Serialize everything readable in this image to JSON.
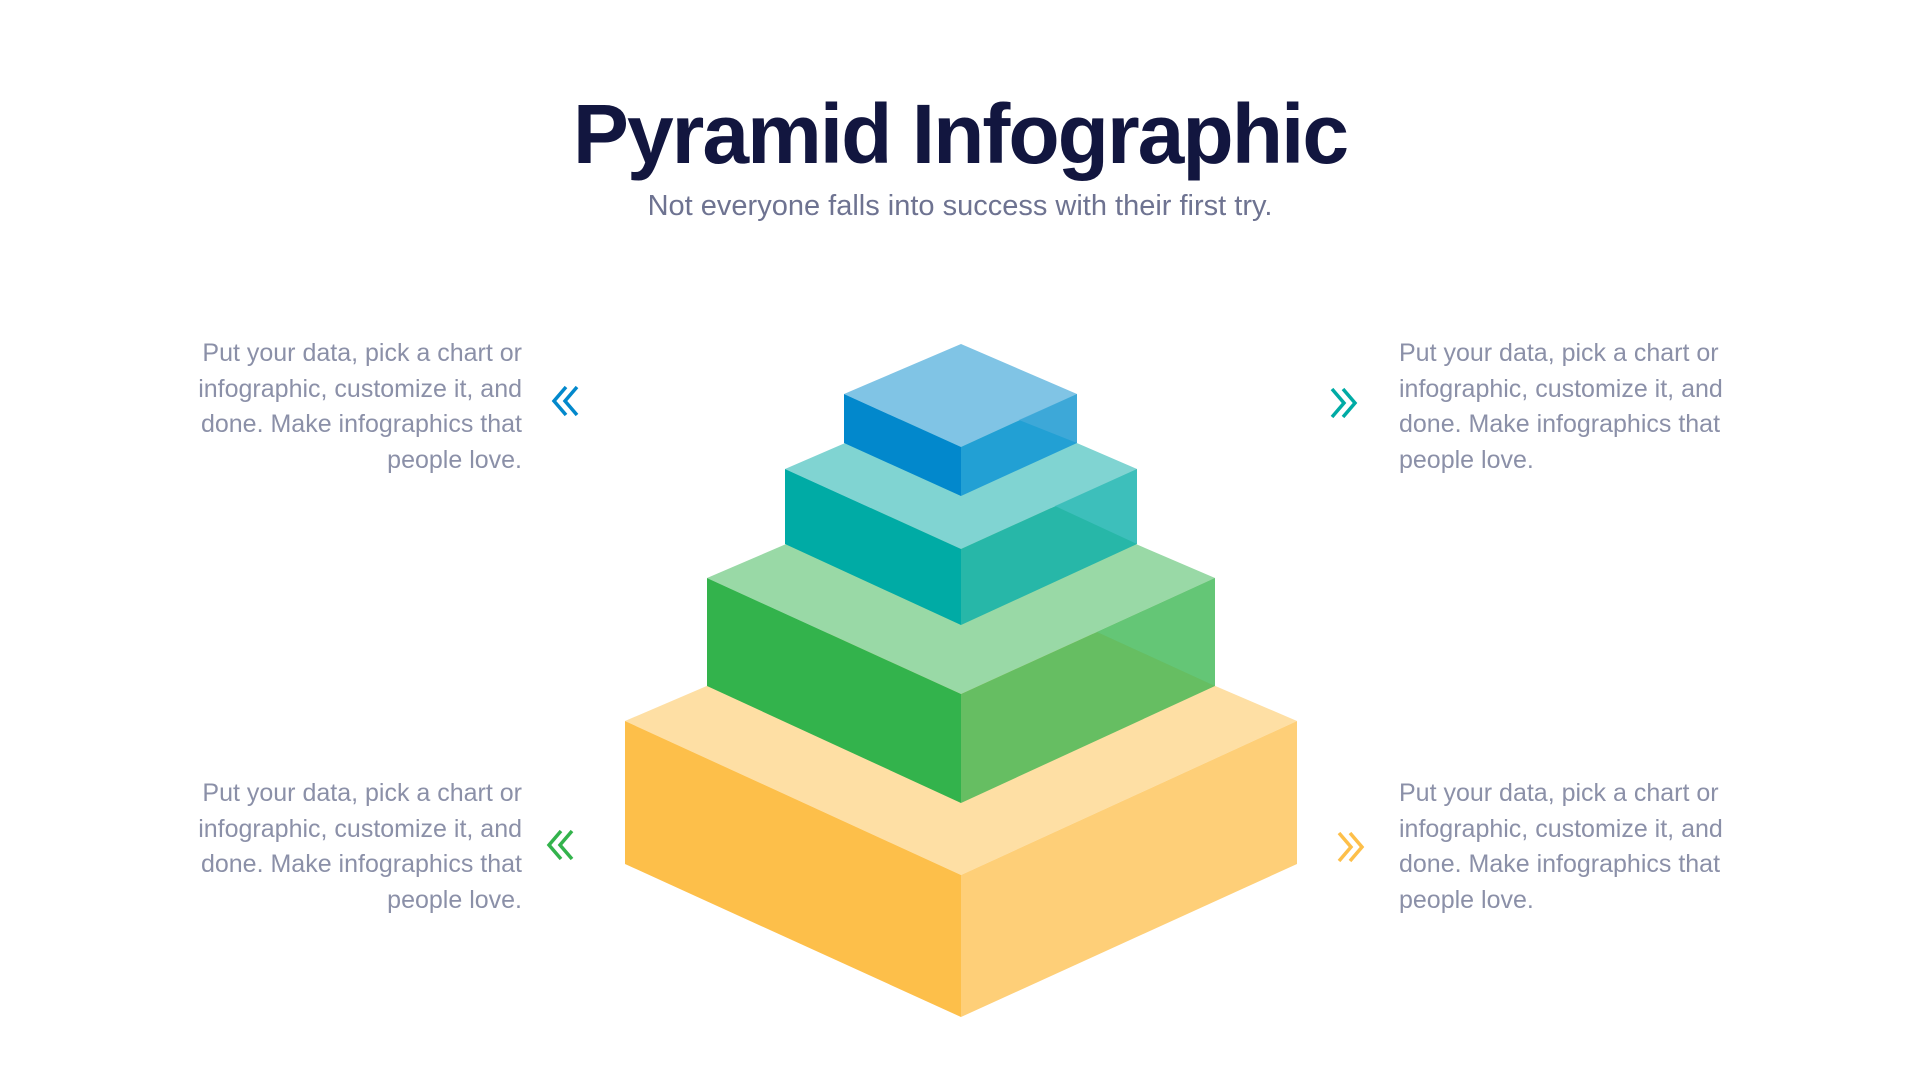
{
  "header": {
    "title": "Pyramid Infographic",
    "subtitle": "Not everyone falls into success with their first try."
  },
  "blocks": [
    {
      "position": "top-left",
      "text": "Put your data, pick a chart or infographic, customize it, and done. Make infographics that people love.",
      "icon": "double-chevron-left-icon",
      "color": "#0288cc"
    },
    {
      "position": "top-right",
      "text": "Put your data, pick a chart or infographic, customize it, and done. Make infographics that people love.",
      "icon": "double-chevron-right-icon",
      "color": "#00aba5"
    },
    {
      "position": "bottom-left",
      "text": "Put your data, pick a chart or infographic, customize it, and done. Make infographics that people love.",
      "icon": "double-chevron-left-icon",
      "color": "#33b34c"
    },
    {
      "position": "bottom-right",
      "text": "Put your data, pick a chart or infographic, customize it, and done. Make infographics that people love.",
      "icon": "double-chevron-right-icon",
      "color": "#fdbf4a"
    }
  ],
  "pyramid": {
    "tiers": [
      {
        "name": "top",
        "color": "#0288cc",
        "top_color": "#80c4e5",
        "right_color": "#22a0d4"
      },
      {
        "name": "second",
        "color": "#00aba5",
        "top_color": "#80d4d2",
        "right_color": "#27b7a8"
      },
      {
        "name": "third",
        "color": "#33b34c",
        "top_color": "#99d9a6",
        "right_color": "#66be62"
      },
      {
        "name": "base",
        "color": "#fdbf4a",
        "top_color": "#fedfa4",
        "right_color": "#fecf78"
      }
    ]
  }
}
